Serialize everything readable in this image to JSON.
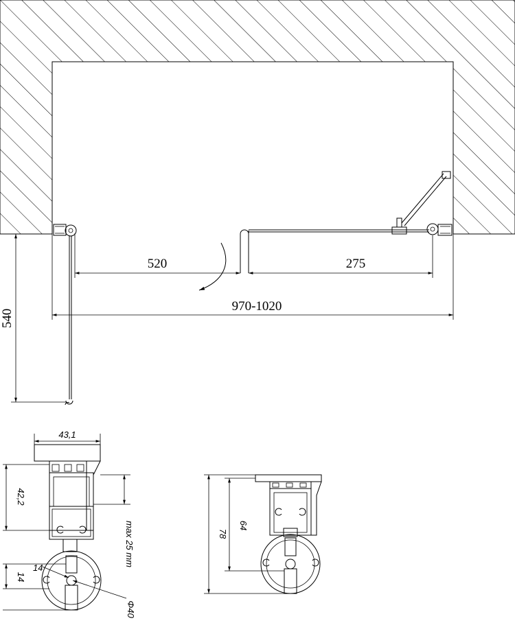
{
  "plan": {
    "dim_left_panel": "520",
    "dim_right_panel": "275",
    "dim_total_width": "970-1020",
    "dim_depth": "540"
  },
  "profile_left": {
    "dim_width": "43,1",
    "dim_height": "42,2",
    "dim_adjust": "max 25 mm",
    "dim_offset": "14",
    "dim_inner": "14",
    "dim_diameter": "Φ40"
  },
  "profile_right": {
    "dim_inner": "64",
    "dim_total": "78"
  }
}
